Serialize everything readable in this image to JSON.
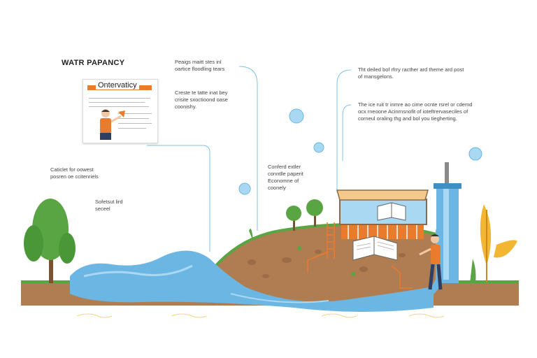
{
  "title": "WATR PAPANCY",
  "document": {
    "heading": "Ontervaticy"
  },
  "notes": {
    "top_center": "Peaigs maitt stes inl\noartice floodling tears",
    "mid_center": "Creste te tatte inat bey\ncrisite sxoctioond oase\ncoonishy.",
    "left_1": "Caticlet for oowest\nposren oe ccitenriels",
    "left_2": "Sofetsut lird\nseceel",
    "center_low": "Conferd extler\nconntlle paperit\nEconomne of\ncoonely",
    "right_1": "Tht deiled bof rfrry racther ard theme ard post\nof mansgelons.",
    "right_2": "The ice ruit tr inmre ao cime ocnte rsrel or cdemd\nocx rneoone Acinrnsnofit of ioteftrervaseciles of\ncorneul oraling thg and bol you tiegherting."
  },
  "colors": {
    "water": "#6cb6e4",
    "water_light": "#a9d8f3",
    "soil": "#b07d52",
    "grass": "#5aa543",
    "accent": "#e87b2c",
    "leader_line": "#7ec3ea"
  }
}
